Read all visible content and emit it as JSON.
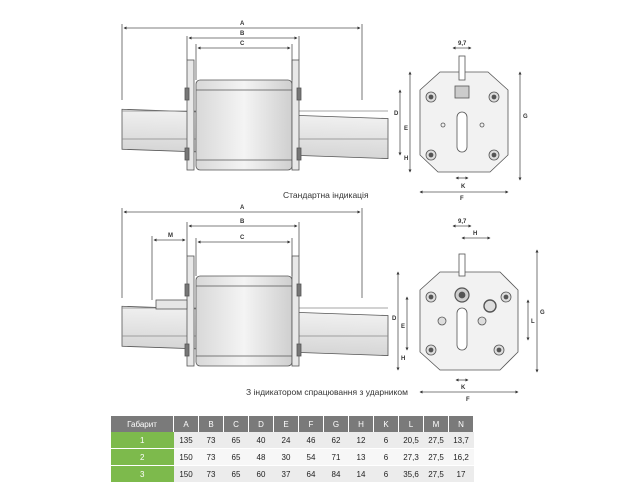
{
  "captions": {
    "standard": "Стандартна індикація",
    "striker": "З індикатором спрацювання з ударником"
  },
  "dims": {
    "A": "A",
    "B": "B",
    "C": "C",
    "D": "D",
    "E": "E",
    "F": "F",
    "G": "G",
    "H": "H",
    "K": "K",
    "L": "L",
    "M": "M",
    "small": "9,7"
  },
  "table": {
    "headers": [
      "Габарит",
      "A",
      "B",
      "C",
      "D",
      "E",
      "F",
      "G",
      "H",
      "K",
      "L",
      "M",
      "N"
    ],
    "rows": [
      [
        "1",
        "135",
        "73",
        "65",
        "40",
        "24",
        "46",
        "62",
        "12",
        "6",
        "20,5",
        "27,5",
        "13,7"
      ],
      [
        "2",
        "150",
        "73",
        "65",
        "48",
        "30",
        "54",
        "71",
        "13",
        "6",
        "27,3",
        "27,5",
        "16,2"
      ],
      [
        "3",
        "150",
        "73",
        "65",
        "60",
        "37",
        "64",
        "84",
        "14",
        "6",
        "35,6",
        "27,5",
        "17"
      ]
    ]
  }
}
